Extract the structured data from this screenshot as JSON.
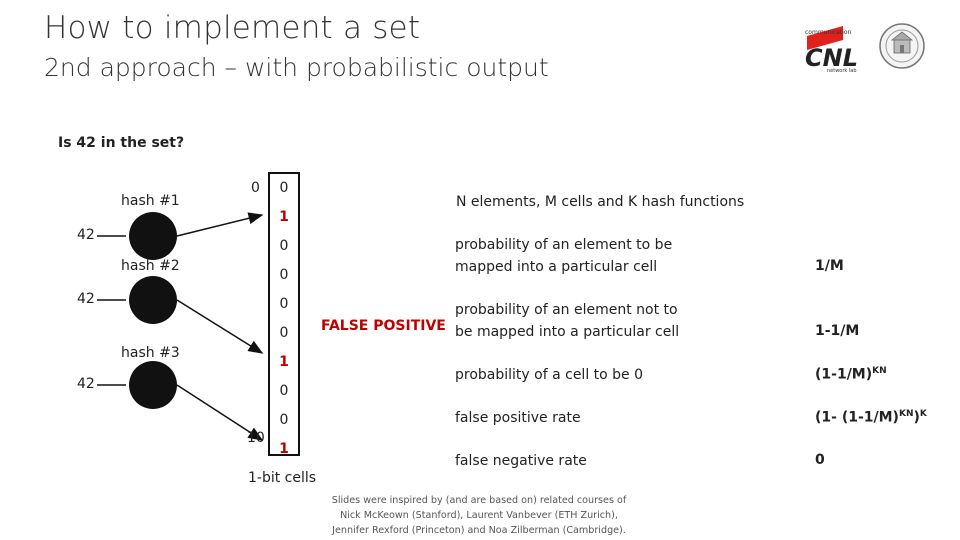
{
  "slide": {
    "title": "How to implement a set",
    "subtitle": "2nd approach – with probabilistic output",
    "question": "Is 42 in the set?"
  },
  "diagram": {
    "hashes": [
      {
        "label": "hash #1",
        "key": "42"
      },
      {
        "label": "hash #2",
        "key": "42"
      },
      {
        "label": "hash #3",
        "key": "42"
      }
    ],
    "bits": [
      "0",
      "1",
      "0",
      "0",
      "0",
      "0",
      "1",
      "0",
      "0",
      "1"
    ],
    "bits_set_index": [
      1,
      6,
      9
    ],
    "index_first": "0",
    "index_last": "10",
    "cells_caption": "1-bit cells",
    "false_positive": "FALSE POSITIVE"
  },
  "facts": {
    "header": "N elements, M cells and K hash functions",
    "rows": [
      {
        "label_line1": "probability of an element to be",
        "label_line2": "mapped into a particular cell",
        "value": "1/M"
      },
      {
        "label_line1": "probability of an element not to",
        "label_line2": "be mapped into a particular cell",
        "value": "1-1/M"
      },
      {
        "label_line1": "probability of a cell to be 0",
        "value_base": "(1-1/M)",
        "value_sup": "KN"
      },
      {
        "label_line1": "false positive rate",
        "value_base": "(1- (1-1/M)",
        "value_sup": "KN",
        "value_close": ")",
        "value_sup2": "K"
      },
      {
        "label_line1": "false negative rate",
        "value": "0"
      }
    ]
  },
  "credits": {
    "line1": "Slides were inspired by (and are based on) related courses of",
    "line2": "Nick McKeown (Stanford), Laurent Vanbever (ETH Zurich),",
    "line3": "Jennifer Rexford (Princeton) and Noa Zilberman (Cambridge)."
  },
  "logos": {
    "cnl": "CNL",
    "cnl_top": "communication",
    "cnl_bottom": "network lab"
  },
  "colors": {
    "accent_red": "#c00000",
    "ink": "#111111",
    "text": "#222222"
  }
}
